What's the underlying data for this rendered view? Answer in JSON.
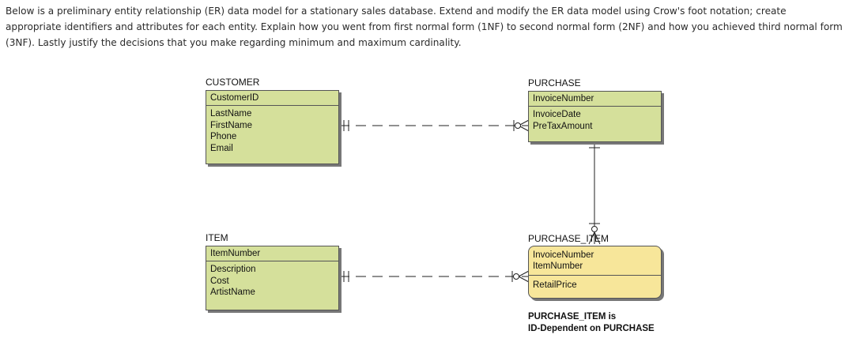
{
  "question_text": "Below is a preliminary entity relationship (ER) data model for a stationary sales database. Extend and modify the ER data model using Crow's foot notation; create appropriate identifiers and attributes for each entity. Explain how you went from first normal form (1NF) to second normal form (2NF) and how you achieved third normal form (3NF). Lastly justify the decisions that you make regarding minimum and maximum cardinality.",
  "entities": {
    "customer": {
      "name": "CUSTOMER",
      "key": [
        "CustomerID"
      ],
      "attributes": [
        "LastName",
        "FirstName",
        "Phone",
        "Email"
      ]
    },
    "purchase": {
      "name": "PURCHASE",
      "key": [
        "InvoiceNumber"
      ],
      "attributes": [
        "InvoiceDate",
        "PreTaxAmount"
      ]
    },
    "item": {
      "name": "ITEM",
      "key": [
        "ItemNumber"
      ],
      "attributes": [
        "Description",
        "Cost",
        "ArtistName"
      ]
    },
    "purchase_item": {
      "name": "PURCHASE_ITEM",
      "key": [
        "InvoiceNumber",
        "ItemNumber"
      ],
      "attributes": [
        "RetailPrice"
      ]
    }
  },
  "note": [
    "PURCHASE_ITEM is",
    "ID-Dependent on PURCHASE"
  ],
  "colors": {
    "entity_fill": "#d5e09b",
    "dependent_fill": "#f7e69a",
    "line": "#222222"
  }
}
